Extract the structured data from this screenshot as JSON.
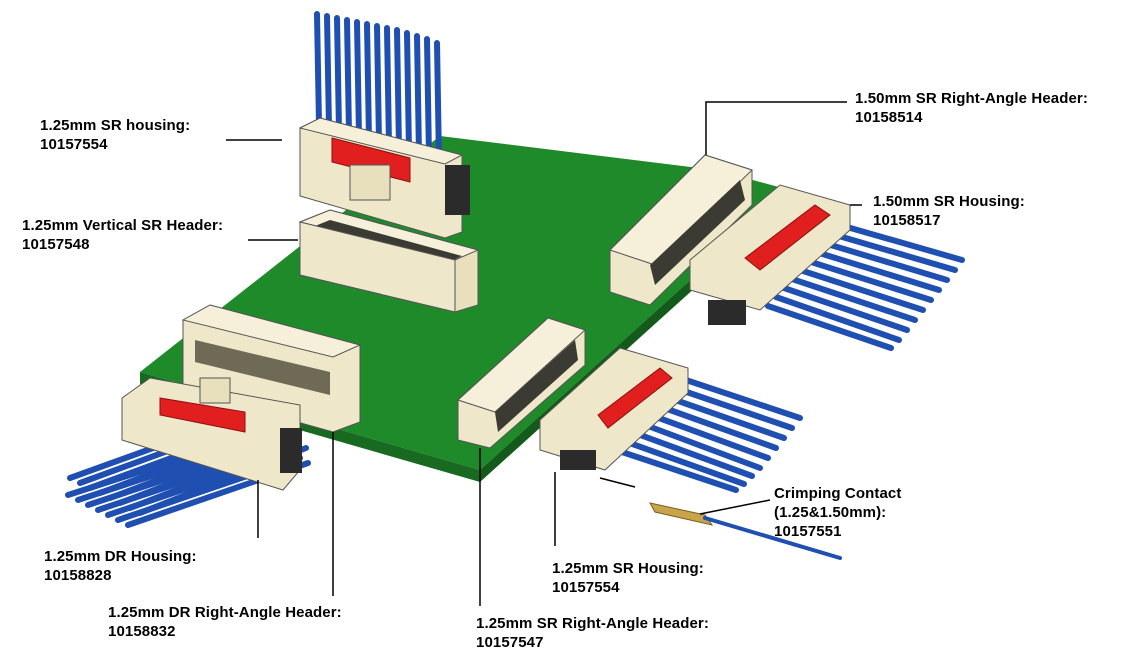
{
  "colors": {
    "pcb": "#1f8a2a",
    "pcb_dark": "#176a20",
    "housing": "#f1ead0",
    "housing_shade": "#d9cfa8",
    "latch": "#e21f1f",
    "wire": "#1f4fb0",
    "contact": "#c9a44a",
    "leader": "#000000"
  },
  "labels": {
    "sr_housing_top": {
      "line1": "1.25mm SR housing:",
      "line2": "10157554"
    },
    "vertical_header": {
      "line1": "1.25mm Vertical SR Header:",
      "line2": "10157548"
    },
    "ra_header_150": {
      "line1": "1.50mm SR Right-Angle Header:",
      "line2": "10158514"
    },
    "housing_150": {
      "line1": "1.50mm SR Housing:",
      "line2": "10158517"
    },
    "crimp_contact": {
      "line1": "Crimping Contact",
      "line2": "(1.25&1.50mm):",
      "line3": "10157551"
    },
    "dr_housing": {
      "line1": "1.25mm DR Housing:",
      "line2": "10158828"
    },
    "dr_ra_header": {
      "line1": "1.25mm DR Right-Angle Header:",
      "line2": "10158832"
    },
    "sr_ra_header_125": {
      "line1": "1.25mm SR Right-Angle Header:",
      "line2": "10157547"
    },
    "sr_housing_bottom": {
      "line1": "1.25mm SR Housing:",
      "line2": "10157554"
    }
  }
}
